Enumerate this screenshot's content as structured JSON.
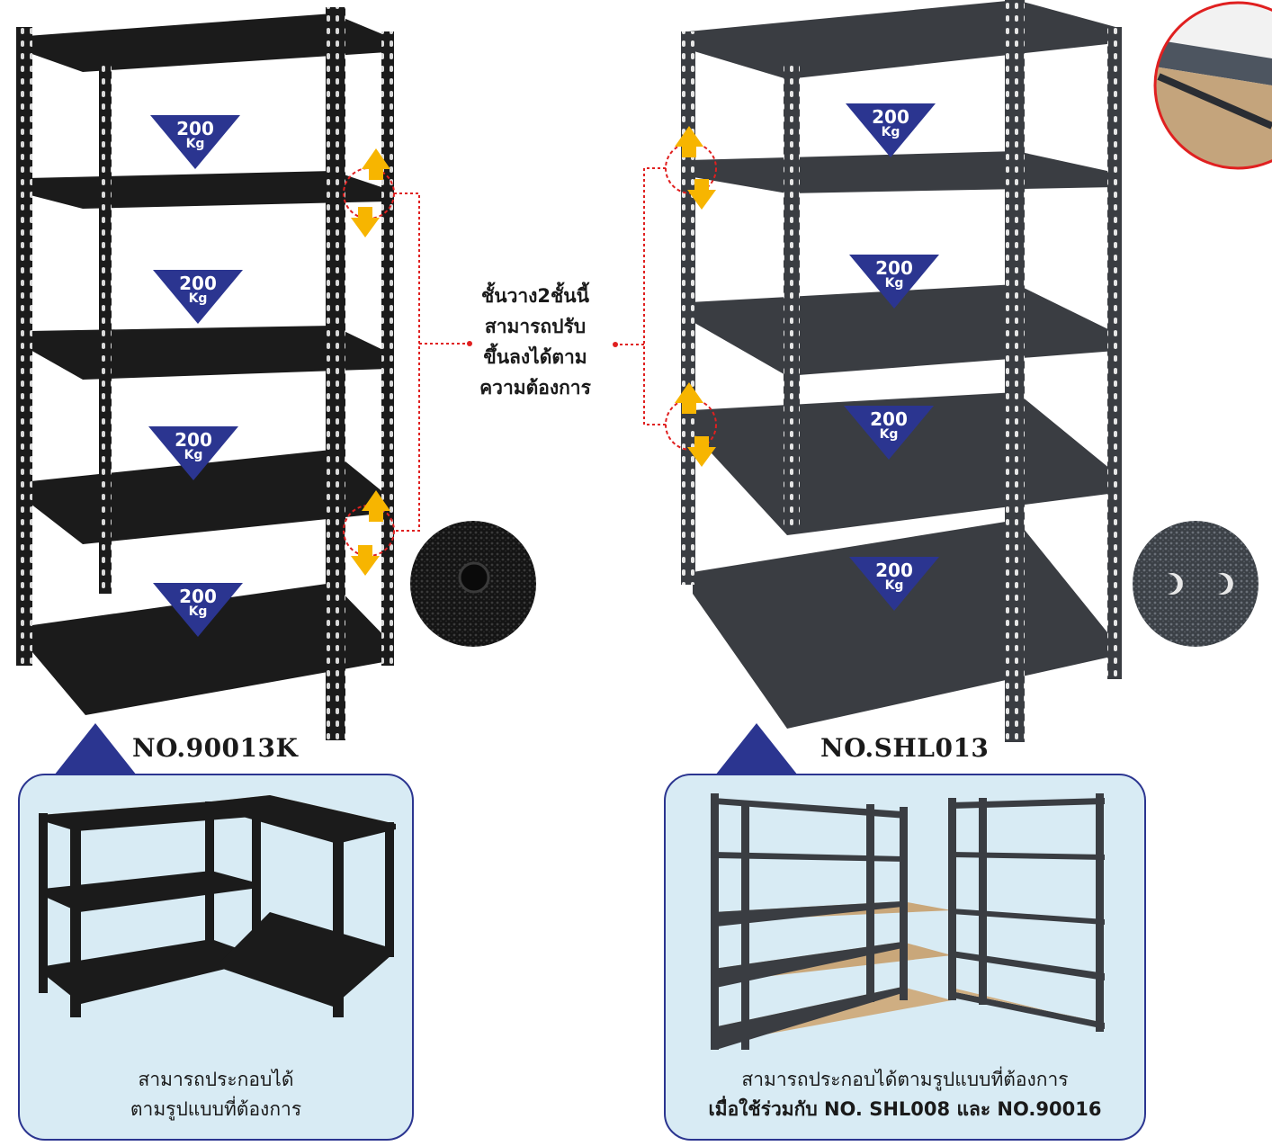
{
  "load_badges": {
    "left": [
      {
        "value": "200",
        "unit": "Kg"
      },
      {
        "value": "200",
        "unit": "Kg"
      },
      {
        "value": "200",
        "unit": "Kg"
      },
      {
        "value": "200",
        "unit": "Kg"
      }
    ],
    "right": [
      {
        "value": "200",
        "unit": "Kg"
      },
      {
        "value": "200",
        "unit": "Kg"
      },
      {
        "value": "200",
        "unit": "Kg"
      },
      {
        "value": "200",
        "unit": "Kg"
      }
    ]
  },
  "adjustable_note": {
    "lines": [
      "ชั้นวาง2ชั้นนี้",
      "สามารถปรับ",
      "ขึ้นลงได้ตาม",
      "ความต้องการ"
    ]
  },
  "products": [
    {
      "model": "NO.90013K",
      "caption_lines": [
        "สามารถประกอบได้",
        "ตามรูปแบบที่ต้องการ"
      ]
    },
    {
      "model": "NO.SHL013",
      "caption_lines": [
        "สามารถประกอบได้ตามรูปแบบที่ต้องการ",
        "เมื่อใช้ร่วมกับ NO. SHL008 และ NO.90016"
      ]
    }
  ],
  "colors": {
    "brand_navy": "#2b3590",
    "arrow_yellow": "#f7b500",
    "callout_red": "#e02020",
    "panel_bg": "#d8ebf4",
    "board": "#c9a77a",
    "frame_black": "#1b1b1b",
    "frame_grey": "#3a3d42"
  }
}
